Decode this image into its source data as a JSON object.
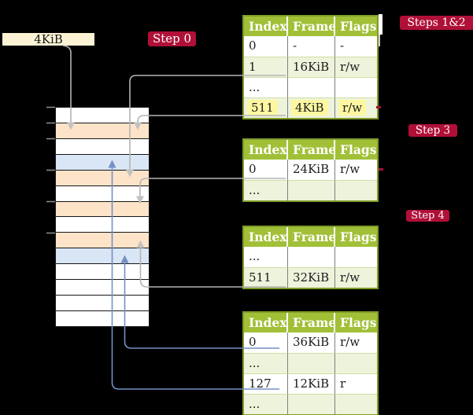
{
  "colors": {
    "background": "#000000",
    "crimson": "#b01038",
    "header-green": "#a1c037",
    "olive": "#7e9c2a",
    "row-green": "#eef3dc",
    "row-sep": "#cedfa4",
    "hl-yellow": "#fdf7a2",
    "cream": "#fcf3d4",
    "orange": "#fde4c8",
    "blue-row": "#d9e6f5",
    "gray-line": "#b4b4b4",
    "blue-line": "#7390c4"
  },
  "page_size_box": {
    "label": "4KiB"
  },
  "badges": {
    "step0": {
      "label": "Step 0"
    },
    "steps12": {
      "label": "Steps 1&2"
    },
    "step3": {
      "label": "Step 3"
    },
    "step4": {
      "label": "Step 4"
    }
  },
  "memory": {
    "frames": [
      {
        "fill": "white"
      },
      {
        "fill": "orange"
      },
      {
        "fill": "white"
      },
      {
        "fill": "blue"
      },
      {
        "fill": "orange"
      },
      {
        "fill": "white"
      },
      {
        "fill": "orange"
      },
      {
        "fill": "white"
      },
      {
        "fill": "orange"
      },
      {
        "fill": "blue"
      },
      {
        "fill": "white"
      },
      {
        "fill": "white"
      },
      {
        "fill": "white"
      },
      {
        "fill": "white"
      }
    ]
  },
  "tables": [
    {
      "id": "pt1",
      "headers": [
        "Index",
        "Frame",
        "Flags"
      ],
      "rows": [
        {
          "cells": [
            "0",
            "-",
            "-"
          ],
          "shade": false,
          "highlight": false
        },
        {
          "cells": [
            "1",
            "16KiB",
            "r/w"
          ],
          "shade": true,
          "highlight": false
        },
        {
          "cells": [
            "...",
            "",
            ""
          ],
          "shade": false,
          "highlight": false
        },
        {
          "cells": [
            "511",
            "4KiB",
            "r/w"
          ],
          "shade": true,
          "highlight": true
        }
      ]
    },
    {
      "id": "pt2",
      "headers": [
        "Index",
        "Frame",
        "Flags"
      ],
      "rows": [
        {
          "cells": [
            "0",
            "24KiB",
            "r/w"
          ],
          "shade": false,
          "highlight": false
        },
        {
          "cells": [
            "...",
            "",
            ""
          ],
          "shade": true,
          "highlight": false
        }
      ]
    },
    {
      "id": "pt3",
      "headers": [
        "Index",
        "Frame",
        "Flags"
      ],
      "rows": [
        {
          "cells": [
            "...",
            "",
            ""
          ],
          "shade": false,
          "highlight": false
        },
        {
          "cells": [
            "511",
            "32KiB",
            "r/w"
          ],
          "shade": true,
          "highlight": false
        }
      ]
    },
    {
      "id": "pt4",
      "headers": [
        "Index",
        "Frame",
        "Flags"
      ],
      "rows": [
        {
          "cells": [
            "0",
            "36KiB",
            "r/w"
          ],
          "shade": false,
          "highlight": false
        },
        {
          "cells": [
            "...",
            "",
            ""
          ],
          "shade": true,
          "highlight": false
        },
        {
          "cells": [
            "127",
            "12KiB",
            "r"
          ],
          "shade": false,
          "highlight": false
        },
        {
          "cells": [
            "...",
            "",
            ""
          ],
          "shade": true,
          "highlight": false
        }
      ]
    }
  ],
  "connectors": [
    {
      "from": "page-size-box",
      "to": "memory-frame-1 (4KiB)",
      "color": "gray"
    },
    {
      "from": "pt1 entry 511 (4KiB)",
      "to": "memory-frame-1",
      "color": "gray"
    },
    {
      "from": "pt1 entry 1 (16KiB)",
      "to": "memory-frame-4",
      "color": "gray"
    },
    {
      "from": "pt2 entry 0 (24KiB)",
      "to": "memory-frame-6",
      "color": "gray"
    },
    {
      "from": "pt3 entry 511 (32KiB)",
      "to": "memory-frame-8",
      "color": "gray"
    },
    {
      "from": "pt4 entry 0 (36KiB)",
      "to": "memory-frame-9",
      "color": "blue"
    },
    {
      "from": "pt4 entry 127 (12KiB)",
      "to": "memory-frame-3",
      "color": "blue"
    }
  ]
}
